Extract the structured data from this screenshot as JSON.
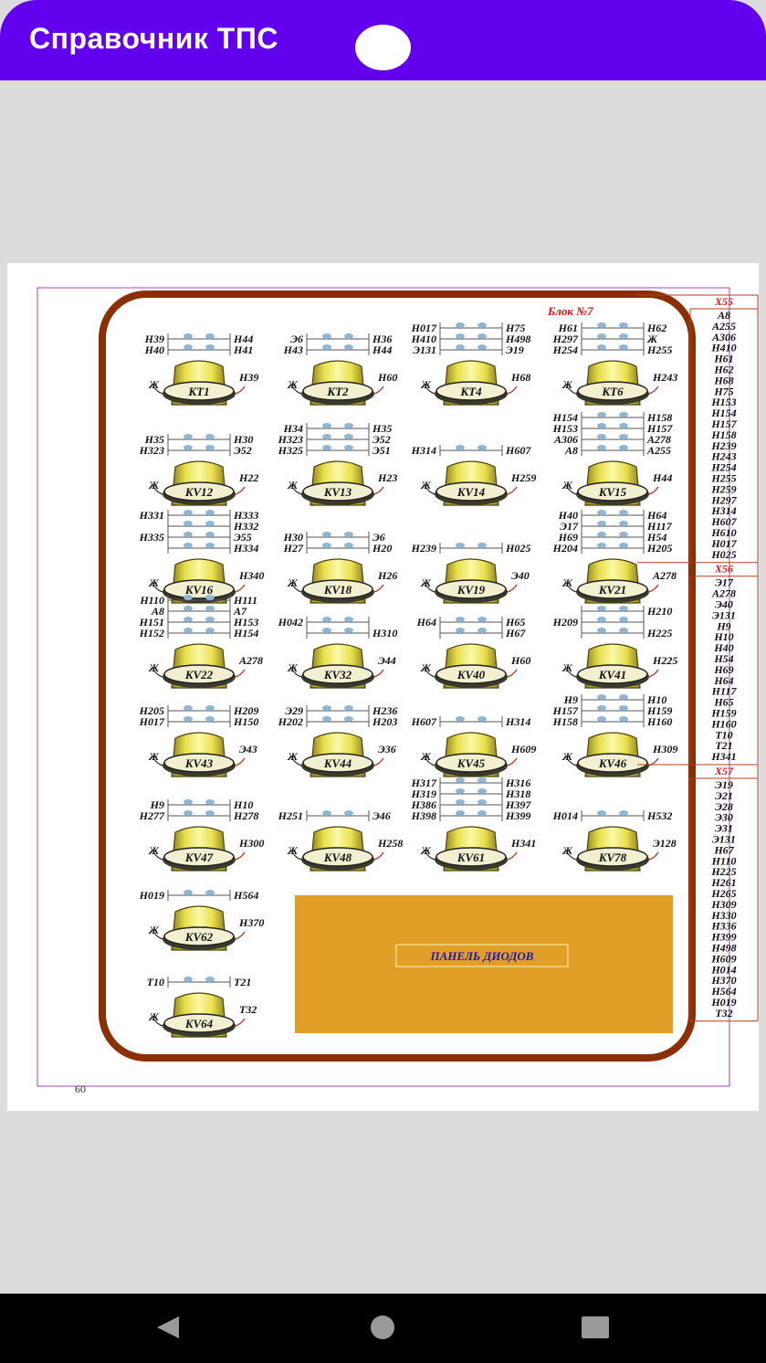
{
  "app": {
    "title": "Справочник ТПС"
  },
  "colors": {
    "appbar": "#6200ee",
    "frame": "#8b3006",
    "panel": "#e19f27",
    "red_label": "#dd1111",
    "panel_label": "#1a1ab0"
  },
  "page": {
    "block_title": "Блок №7",
    "page_number": "60",
    "diode_panel_label": "ПАНЕЛЬ ДИОДОВ",
    "connectors": [
      {
        "name": "Х55",
        "pins": [
          "А8",
          "А255",
          "А306",
          "Н410",
          "Н61",
          "Н62",
          "Н68",
          "Н75",
          "Н153",
          "Н154",
          "Н157",
          "Н158",
          "Н239",
          "Н243",
          "Н254",
          "Н255",
          "Н259",
          "Н297",
          "Н314",
          "Н607",
          "Н610",
          "Н017",
          "Н025"
        ]
      },
      {
        "name": "Х56",
        "pins": [
          "Э17",
          "А278",
          "Э40",
          "Э131",
          "Н9",
          "Н10",
          "Н40",
          "Н54",
          "Н69",
          "Н64",
          "Н117",
          "Н65",
          "Н159",
          "Н160",
          "Т10",
          "Т21",
          "Н341"
        ]
      },
      {
        "name": "Х57",
        "pins": [
          "Э19",
          "Э21",
          "Э28",
          "Э30",
          "Э31",
          "Э131",
          "Н67",
          "Н110",
          "Н225",
          "Н261",
          "Н265",
          "Н309",
          "Н330",
          "Н336",
          "Н399",
          "Н498",
          "Н609",
          "Н014",
          "Н370",
          "Н564",
          "Н019",
          "Т32"
        ]
      }
    ],
    "relays": [
      {
        "name": "КТ1",
        "col": 0,
        "row": 0,
        "left_in": "Ж",
        "right_in": "Н39",
        "lines": [
          [
            "Н39",
            "Н44"
          ],
          [
            "Н40",
            "Н41"
          ]
        ]
      },
      {
        "name": "КТ2",
        "col": 1,
        "row": 0,
        "left_in": "Ж",
        "right_in": "Н60",
        "lines": [
          [
            "Э6",
            "Н36"
          ],
          [
            "Н43",
            "Н44"
          ]
        ]
      },
      {
        "name": "КТ4",
        "col": 2,
        "row": 0,
        "left_in": "Ж",
        "right_in": "Н68",
        "lines": [
          [
            "Н017",
            "Н75"
          ],
          [
            "Н410",
            "Н498"
          ],
          [
            "Э131",
            "Э19"
          ]
        ]
      },
      {
        "name": "КТ6",
        "col": 3,
        "row": 0,
        "left_in": "Ж",
        "right_in": "Н243",
        "lines": [
          [
            "Н61",
            "Н62"
          ],
          [
            "Н297",
            "Ж"
          ],
          [
            "Н254",
            "Н255"
          ]
        ]
      },
      {
        "name": "KV12",
        "col": 0,
        "row": 1,
        "left_in": "Ж",
        "right_in": "Н22",
        "lines": [
          [
            "Н35",
            "Н30"
          ],
          [
            "Н323",
            "Э52"
          ]
        ]
      },
      {
        "name": "KV13",
        "col": 1,
        "row": 1,
        "left_in": "Ж",
        "right_in": "Н23",
        "lines": [
          [
            "Н34",
            "Н35"
          ],
          [
            "Н323",
            "Э52"
          ],
          [
            "Н325",
            "Э51"
          ]
        ]
      },
      {
        "name": "KV14",
        "col": 2,
        "row": 1,
        "left_in": "Ж",
        "right_in": "Н259",
        "lines": [
          [
            "Н314",
            "Н607"
          ]
        ]
      },
      {
        "name": "KV15",
        "col": 3,
        "row": 1,
        "left_in": "Ж",
        "right_in": "Н44",
        "lines": [
          [
            "Н154",
            "Н158"
          ],
          [
            "Н153",
            "Н157"
          ],
          [
            "А306",
            "А278"
          ],
          [
            "А8",
            "А255"
          ]
        ]
      },
      {
        "name": "KV16",
        "col": 0,
        "row": 2,
        "left_in": "Ж",
        "right_in": "Н340",
        "lines": [
          [
            "Н331",
            "Н333"
          ],
          [
            "",
            "Н332"
          ],
          [
            "Н335",
            "Э55"
          ],
          [
            "",
            "Н334"
          ]
        ]
      },
      {
        "name": "KV18",
        "col": 1,
        "row": 2,
        "left_in": "Ж",
        "right_in": "Н26",
        "lines": [
          [
            "Н30",
            "Э6"
          ],
          [
            "Н27",
            "Н20"
          ]
        ]
      },
      {
        "name": "KV19",
        "col": 2,
        "row": 2,
        "left_in": "Ж",
        "right_in": "Э40",
        "lines": [
          [
            "Н239",
            "Н025"
          ]
        ]
      },
      {
        "name": "KV21",
        "col": 3,
        "row": 2,
        "left_in": "Ж",
        "right_in": "А278",
        "lines": [
          [
            "Н40",
            "Н64"
          ],
          [
            "Э17",
            "Н117"
          ],
          [
            "Н69",
            "Н54"
          ],
          [
            "Н204",
            "Н205"
          ]
        ]
      },
      {
        "name": "KV22",
        "col": 0,
        "row": 3,
        "left_in": "Ж",
        "right_in": "А278",
        "lines": [
          [
            "Н110",
            "Н111"
          ],
          [
            "А8",
            "А7"
          ],
          [
            "Н151",
            "Н153"
          ],
          [
            "Н152",
            "Н154"
          ]
        ]
      },
      {
        "name": "KV32",
        "col": 1,
        "row": 3,
        "left_in": "Ж",
        "right_in": "Э44",
        "lines": [
          [
            "Н042",
            ""
          ],
          [
            "",
            "Н310"
          ]
        ]
      },
      {
        "name": "KV40",
        "col": 2,
        "row": 3,
        "left_in": "Ж",
        "right_in": "Н60",
        "lines": [
          [
            "Н64",
            "Н65"
          ],
          [
            "",
            "Н67"
          ]
        ]
      },
      {
        "name": "KV41",
        "col": 3,
        "row": 3,
        "left_in": "Ж",
        "right_in": "Н225",
        "lines": [
          [
            "",
            "Н210"
          ],
          [
            "Н209",
            ""
          ],
          [
            "",
            "Н225"
          ]
        ]
      },
      {
        "name": "KV43",
        "col": 0,
        "row": 4,
        "left_in": "Ж",
        "right_in": "Э43",
        "lines": [
          [
            "Н205",
            "Н209"
          ],
          [
            "Н017",
            "Н150"
          ]
        ]
      },
      {
        "name": "KV44",
        "col": 1,
        "row": 4,
        "left_in": "Ж",
        "right_in": "Э36",
        "lines": [
          [
            "Э29",
            "Н236"
          ],
          [
            "Н202",
            "Н203"
          ]
        ]
      },
      {
        "name": "KV45",
        "col": 2,
        "row": 4,
        "left_in": "Ж",
        "right_in": "Н609",
        "lines": [
          [
            "Н607",
            "Н314"
          ]
        ]
      },
      {
        "name": "KV46",
        "col": 3,
        "row": 4,
        "left_in": "Ж",
        "right_in": "Н309",
        "lines": [
          [
            "Н9",
            "Н10"
          ],
          [
            "Н157",
            "Н159"
          ],
          [
            "Н158",
            "Н160"
          ]
        ]
      },
      {
        "name": "KV47",
        "col": 0,
        "row": 5,
        "left_in": "Ж",
        "right_in": "Н300",
        "lines": [
          [
            "Н9",
            "Н10"
          ],
          [
            "Н277",
            "Н278"
          ]
        ]
      },
      {
        "name": "KV48",
        "col": 1,
        "row": 5,
        "left_in": "Ж",
        "right_in": "Н258",
        "lines": [
          [
            "Н251",
            "Э46"
          ]
        ]
      },
      {
        "name": "KV61",
        "col": 2,
        "row": 5,
        "left_in": "Ж",
        "right_in": "Н341",
        "lines": [
          [
            "Н317",
            "Н316"
          ],
          [
            "Н319",
            "Н318"
          ],
          [
            "Н386",
            "Н397"
          ],
          [
            "Н398",
            "Н399"
          ]
        ]
      },
      {
        "name": "KV78",
        "col": 3,
        "row": 5,
        "left_in": "Ж",
        "right_in": "Э128",
        "lines": [
          [
            "Н014",
            "Н532"
          ]
        ]
      },
      {
        "name": "KV62",
        "col": 0,
        "row": 6,
        "left_in": "Ж",
        "right_in": "Н370",
        "lines": [
          [
            "Н019",
            "Н564"
          ]
        ]
      },
      {
        "name": "KV64",
        "col": 0,
        "row": 7,
        "left_in": "Ж",
        "right_in": "Т32",
        "lines": [
          [
            "Т10",
            "Т21"
          ]
        ]
      }
    ]
  },
  "nav": {
    "back": "back-triangle",
    "home": "home-circle",
    "recents": "recents-square"
  }
}
